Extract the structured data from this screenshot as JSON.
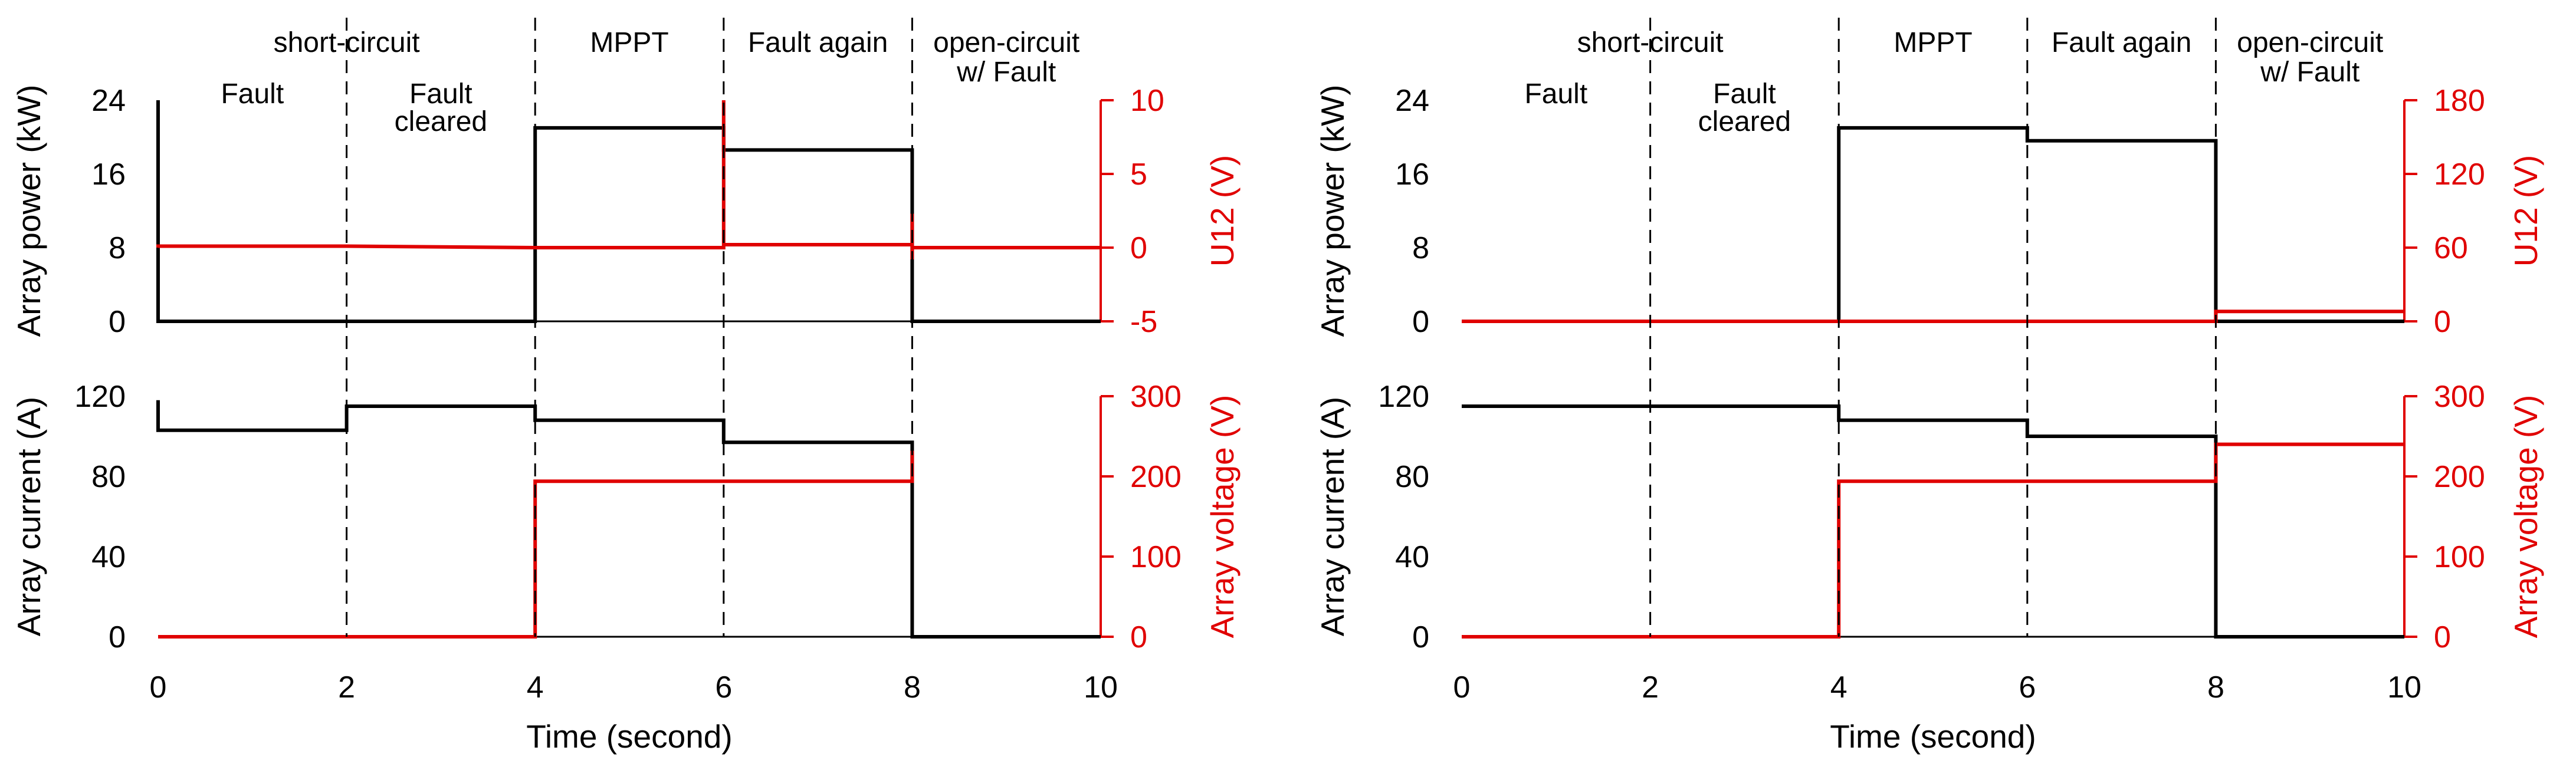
{
  "figure": {
    "xlabel": "Time (second)",
    "x_ticks": [
      0,
      2,
      4,
      6,
      8,
      10
    ],
    "phase_labels": {
      "short_circuit": "short-circuit",
      "fault": "Fault",
      "fault_cleared": [
        "Fault",
        "cleared"
      ],
      "mppt": "MPPT",
      "fault_again": "Fault again",
      "open_circuit": [
        "open-circuit",
        "w/ Fault"
      ]
    },
    "phase_boundaries": [
      2,
      4,
      6,
      8
    ],
    "colors": {
      "black_series": "#000000",
      "red_series": "#e00000",
      "divider": "#000000"
    }
  },
  "chart_data": [
    {
      "type": "line",
      "panel": "left-top",
      "xlim": [
        0,
        10
      ],
      "ylabel": "Array power (kW)",
      "ylim": [
        0,
        24
      ],
      "yticks": [
        0,
        8,
        16,
        24
      ],
      "y2label": "U12 (V)",
      "y2lim": [
        -5,
        10
      ],
      "y2ticks": [
        -5,
        0,
        5,
        10
      ],
      "series": [
        {
          "color": "#000000",
          "axis": "left",
          "x": [
            0,
            0,
            4,
            4,
            6,
            6,
            8,
            8,
            10
          ],
          "y": [
            24,
            0,
            0,
            21,
            21,
            18.6,
            18.6,
            0,
            0
          ]
        },
        {
          "color": "#e00000",
          "axis": "right",
          "x": [
            0,
            0,
            2,
            4,
            6,
            6,
            6,
            6,
            8,
            8,
            8,
            8,
            10
          ],
          "y": [
            0,
            0.1,
            0.1,
            0,
            0,
            10,
            0.2,
            0.2,
            0.2,
            2.3,
            -0.8,
            0,
            0
          ]
        }
      ]
    },
    {
      "type": "line",
      "panel": "left-bottom",
      "xlim": [
        0,
        10
      ],
      "ylabel": "Array current (A)",
      "ylim": [
        0,
        120
      ],
      "yticks": [
        0,
        40,
        80,
        120
      ],
      "y2label": "Array voltage (V)",
      "y2lim": [
        0,
        300
      ],
      "y2ticks": [
        0,
        100,
        200,
        300
      ],
      "series": [
        {
          "color": "#000000",
          "axis": "left",
          "x": [
            0,
            0,
            2,
            2,
            4,
            4,
            6,
            6,
            8,
            8,
            10
          ],
          "y": [
            118,
            103,
            103,
            115,
            115,
            108,
            108,
            97,
            97,
            0,
            0
          ]
        },
        {
          "color": "#e00000",
          "axis": "right",
          "x": [
            0,
            4,
            4,
            6,
            8,
            8
          ],
          "y": [
            0,
            0,
            194,
            194,
            194,
            232
          ]
        }
      ]
    },
    {
      "type": "line",
      "panel": "right-top",
      "xlim": [
        0,
        10
      ],
      "ylabel": "Array power (kW)",
      "ylim": [
        0,
        24
      ],
      "yticks": [
        0,
        8,
        16,
        24
      ],
      "y2label": "U12 (V)",
      "y2lim": [
        0,
        180
      ],
      "y2ticks": [
        0,
        60,
        120,
        180
      ],
      "series": [
        {
          "color": "#000000",
          "axis": "left",
          "x": [
            0,
            4,
            4,
            6,
            6,
            8,
            8,
            10
          ],
          "y": [
            0,
            0,
            21,
            21,
            19.6,
            19.6,
            0,
            0
          ]
        },
        {
          "color": "#e00000",
          "axis": "right",
          "x": [
            0,
            8,
            8,
            10
          ],
          "y": [
            0,
            0,
            8,
            8
          ]
        }
      ]
    },
    {
      "type": "line",
      "panel": "right-bottom",
      "xlim": [
        0,
        10
      ],
      "ylabel": "Array current (A)",
      "ylim": [
        0,
        120
      ],
      "yticks": [
        0,
        40,
        80,
        120
      ],
      "y2label": "Array voltage (V)",
      "y2lim": [
        0,
        300
      ],
      "y2ticks": [
        0,
        100,
        200,
        300
      ],
      "series": [
        {
          "color": "#000000",
          "axis": "left",
          "x": [
            0,
            4,
            4,
            6,
            6,
            8,
            8,
            10
          ],
          "y": [
            115,
            115,
            108,
            108,
            100,
            100,
            0,
            0
          ]
        },
        {
          "color": "#e00000",
          "axis": "right",
          "x": [
            0,
            4,
            4,
            8,
            8,
            10
          ],
          "y": [
            0,
            0,
            194,
            194,
            240,
            240
          ]
        }
      ]
    }
  ]
}
